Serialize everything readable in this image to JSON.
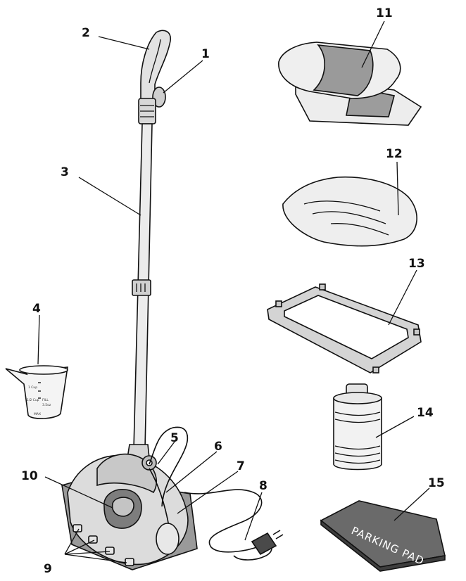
{
  "callouts": {
    "c1": "1",
    "c2": "2",
    "c3": "3",
    "c4": "4",
    "c5": "5",
    "c6": "6",
    "c7": "7",
    "c8": "8",
    "c9": "9",
    "c10": "10",
    "c11": "11",
    "c12": "12",
    "c13": "13",
    "c14": "14",
    "c15": "15"
  },
  "parking_pad_label": "PARKING PAD",
  "measuring_cup": {
    "mark_1_cup": "1 Cup",
    "mark_half_cup": "1/2 Cup",
    "mark_fill": "FILL",
    "mark_3_5_oz": "3.5oz",
    "mark_max": "MAX"
  },
  "colors": {
    "outline": "#111111",
    "body_light": "#e6e6e6",
    "body_mid": "#bcbcbc",
    "body_dark": "#8a8a8a",
    "pad_dark": "#555555"
  }
}
